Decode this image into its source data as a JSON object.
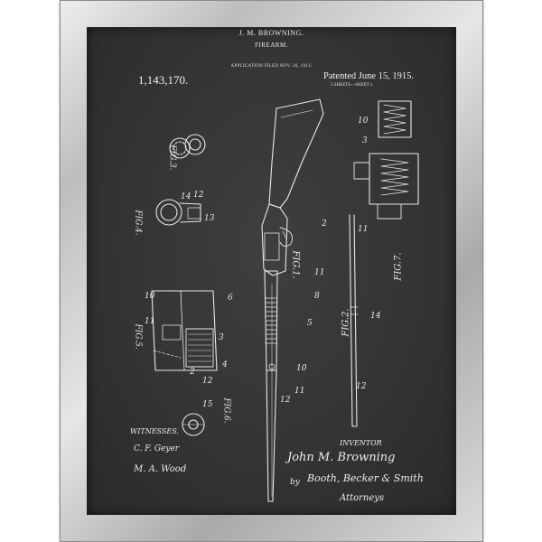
{
  "patent": {
    "inventor_name": "J. M. BROWNING.",
    "title": "FIREARM.",
    "application_filed": "APPLICATION FILED NOV. 26, 1913.",
    "patent_number": "1,143,170.",
    "patented_date": "Patented June 15, 1915.",
    "sheets": "5 SHEETS—SHEET 1."
  },
  "figures": [
    "FIG.1.",
    "FIG.2.",
    "FIG.3.",
    "FIG.4.",
    "FIG.5.",
    "FIG.6.",
    "FIG.7."
  ],
  "signatures": {
    "witnesses_label": "WITNESSES.",
    "witness_1": "C. F. Geyer",
    "witness_2": "M. A. Wood",
    "inventor_label": "INVENTOR",
    "inventor_signature": "John M. Browning",
    "attorney_prefix": "by",
    "attorney_signature": "Booth, Becker & Smith",
    "attorneys_label": "Attorneys"
  },
  "colors": {
    "chalkboard": "#353535",
    "chalk": "#ececec",
    "frame": "#c4c4c4"
  }
}
